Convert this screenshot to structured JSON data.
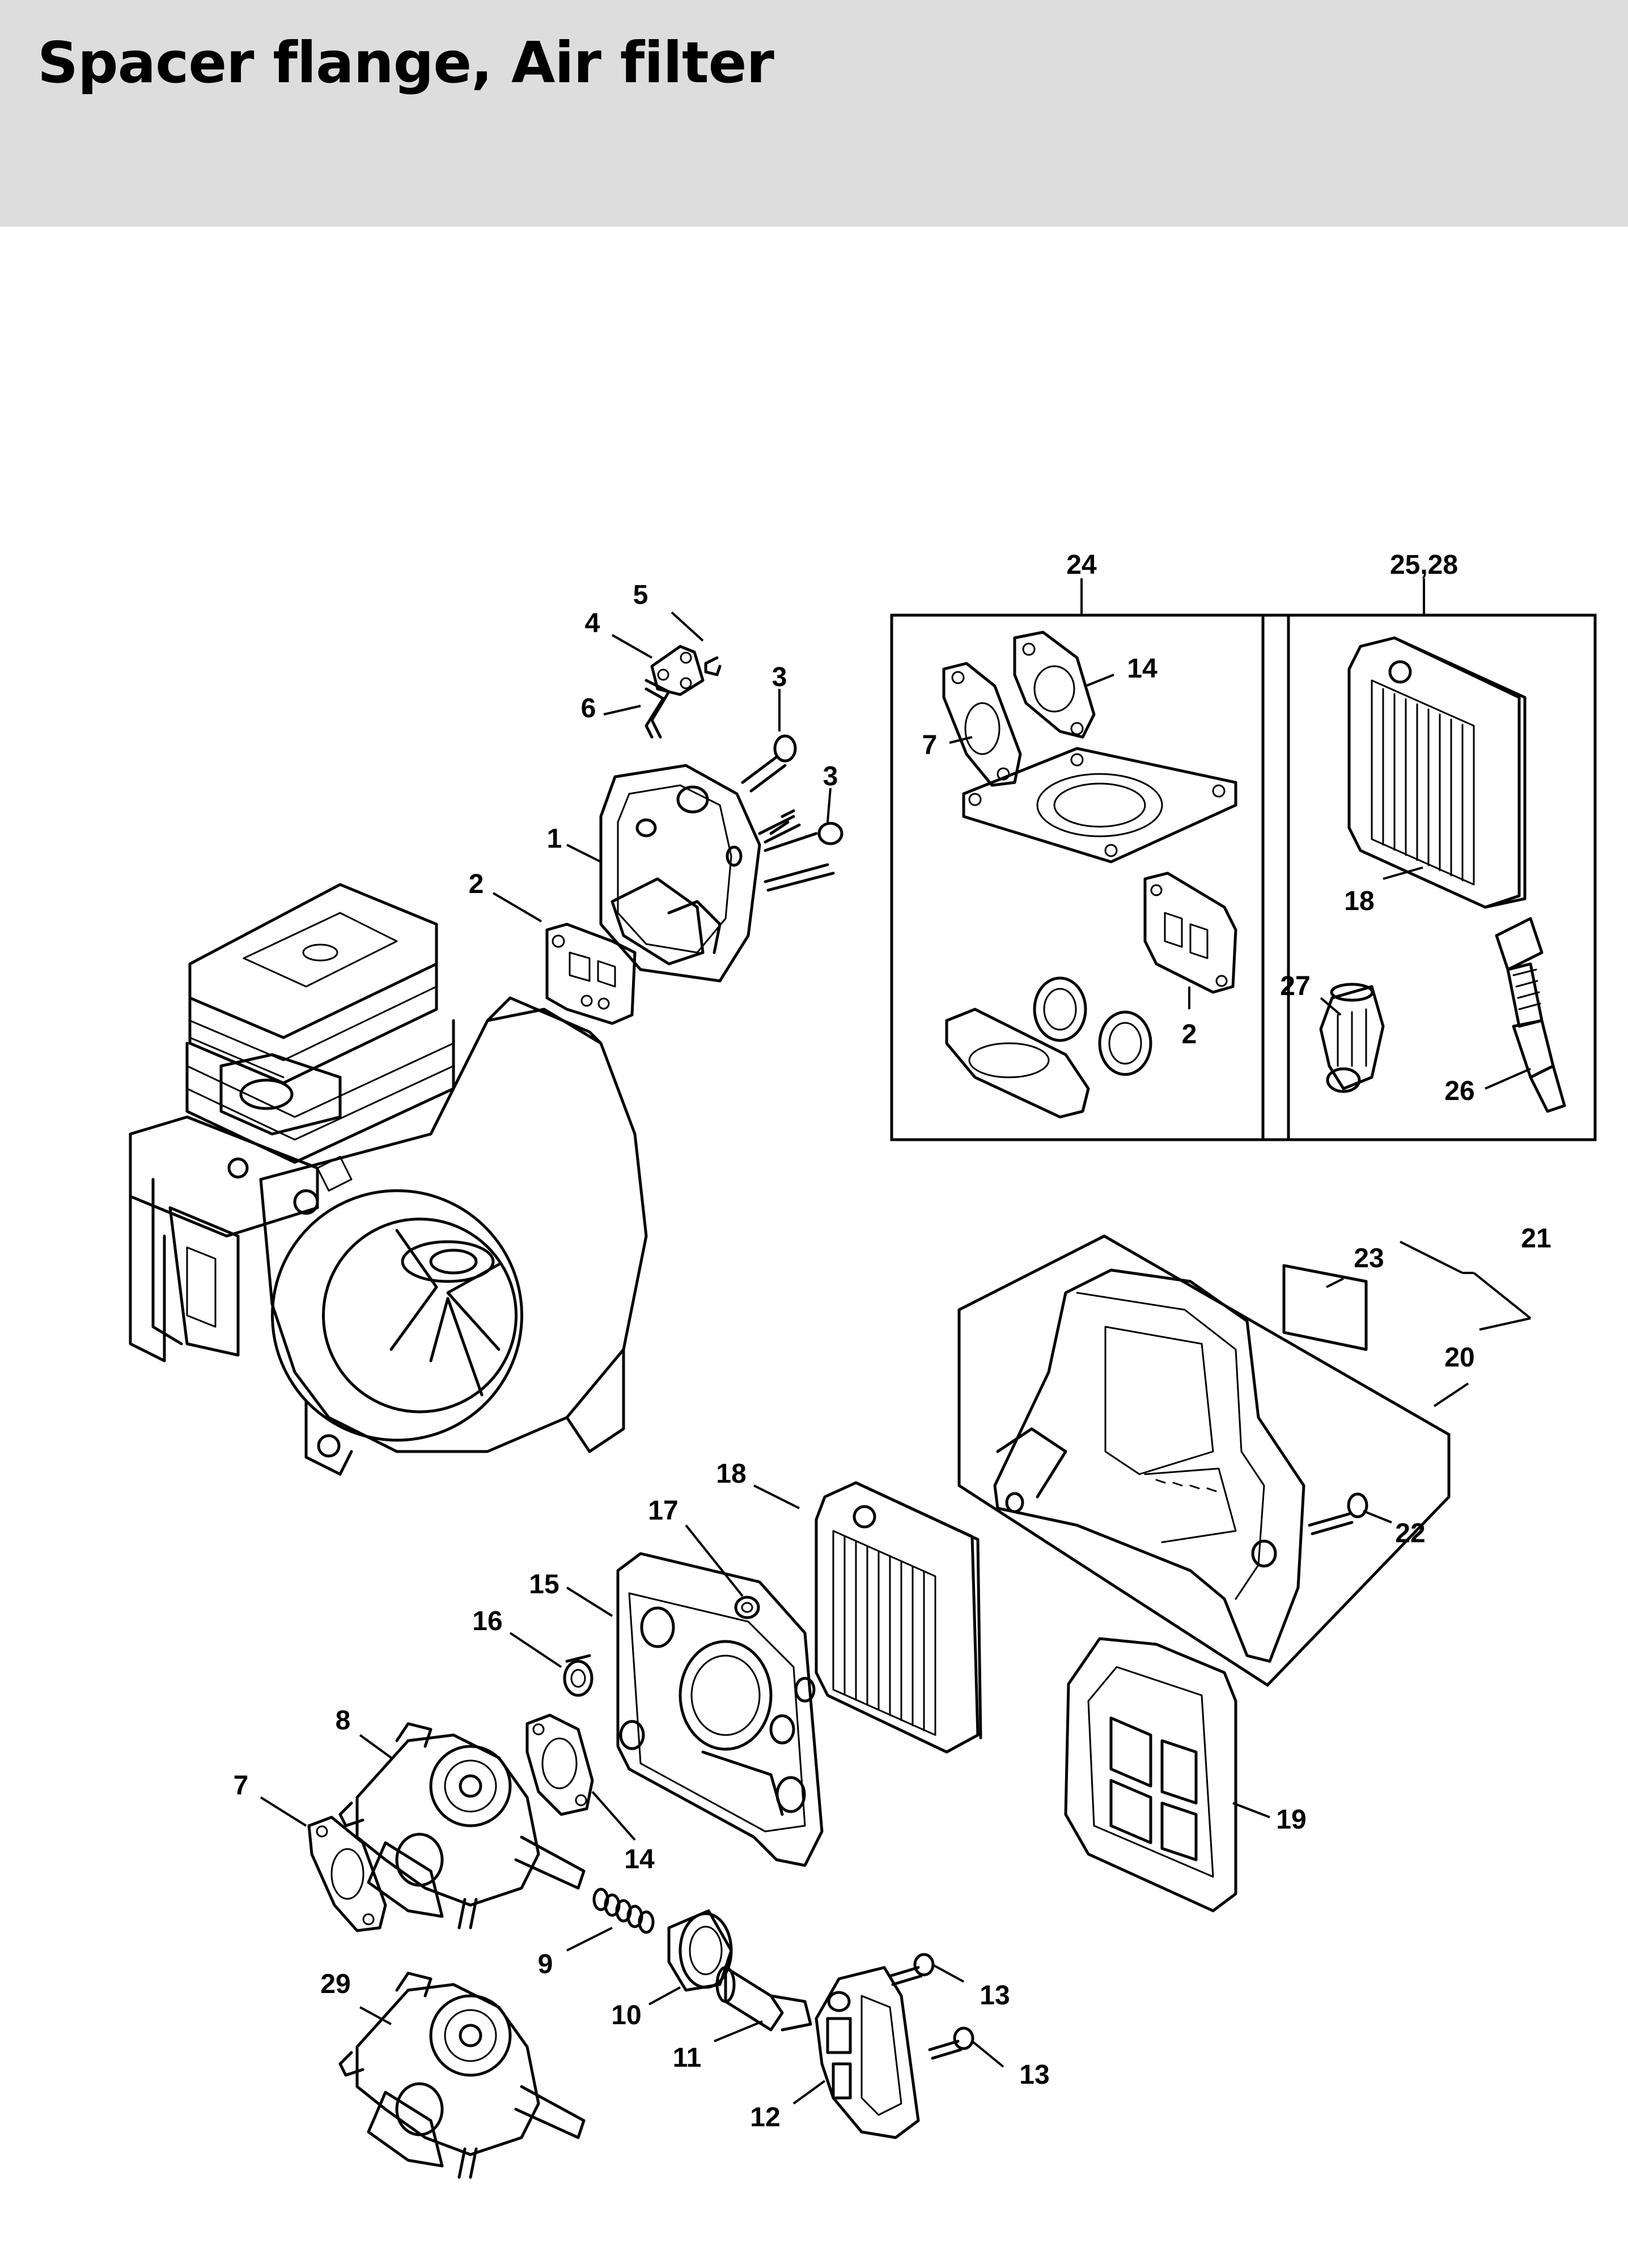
{
  "header": {
    "title": "Spacer flange, Air filter",
    "bg_color": "#dcdddc"
  },
  "callouts": {
    "c1": "1",
    "c2a": "2",
    "c2b": "2",
    "c3a": "3",
    "c3b": "3",
    "c4": "4",
    "c5": "5",
    "c6": "6",
    "c7a": "7",
    "c7b": "7",
    "c8": "8",
    "c9": "9",
    "c10": "10",
    "c11": "11",
    "c12": "12",
    "c13a": "13",
    "c13b": "13",
    "c14a": "14",
    "c14b": "14",
    "c15": "15",
    "c16": "16",
    "c17": "17",
    "c18a": "18",
    "c18b": "18",
    "c19": "19",
    "c20": "20",
    "c21": "21",
    "c22": "22",
    "c23": "23",
    "c24": "24",
    "c25_28": "25,28",
    "c26": "26",
    "c27": "27",
    "c29": "29"
  }
}
